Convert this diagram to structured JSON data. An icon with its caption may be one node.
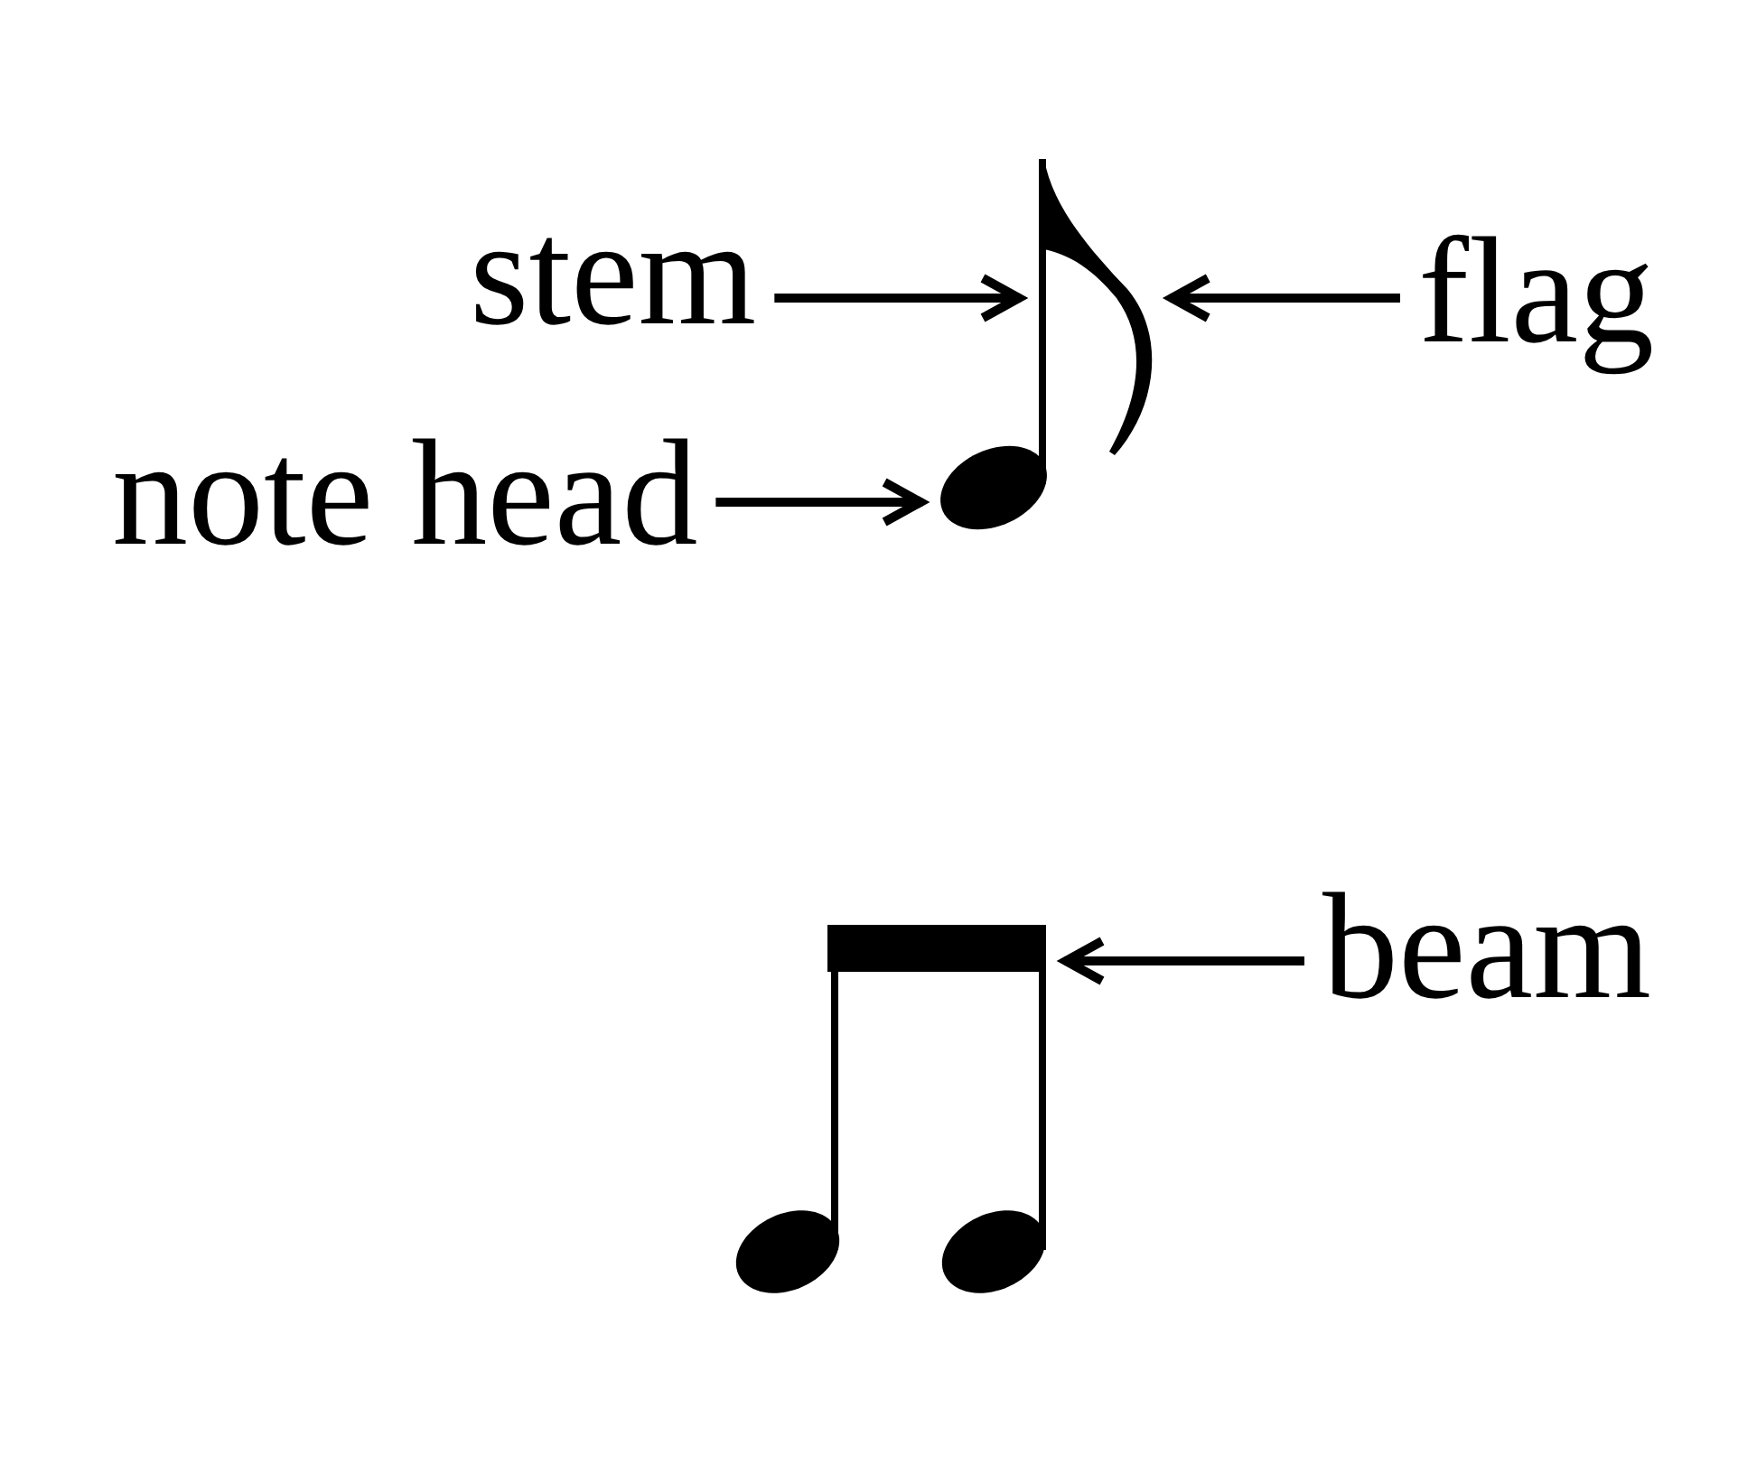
{
  "diagram": {
    "nodes": [
      {
        "text": [
          "stem"
        ]
      },
      {
        "text": [
          "flag"
        ]
      },
      {
        "text": [
          "note head"
        ]
      },
      {
        "text": [
          "beam"
        ]
      },
      {
        "text": [],
        "shape": "bar"
      },
      {
        "text": [],
        "shape": "picture"
      },
      {
        "text": [],
        "shape": "circle"
      },
      {
        "text": [],
        "shape": "bar"
      },
      {
        "text": [],
        "shape": "bar"
      },
      {
        "text": [],
        "shape": "bar"
      },
      {
        "text": [],
        "shape": "circle"
      },
      {
        "text": [],
        "shape": "circle"
      }
    ],
    "edges": [
      {
        "from": 0,
        "to": 4,
        "arrow": "to"
      },
      {
        "from": 1,
        "to": 5,
        "arrow": "to"
      },
      {
        "from": 2,
        "to": 6,
        "arrow": "to"
      },
      {
        "from": 3,
        "to": 7,
        "arrow": "to"
      }
    ]
  }
}
